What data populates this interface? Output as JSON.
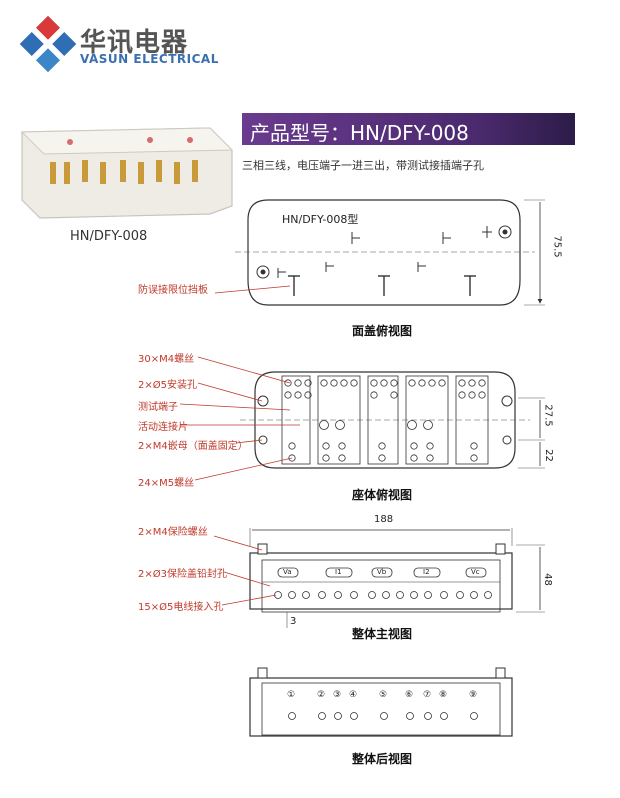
{
  "header": {
    "brand_cn": "华讯电器",
    "brand_en": "VASUN ELECTRICAL"
  },
  "product": {
    "model_label": "产品型号：HN/DFY-008",
    "description": "三相三线，电压端子一进三出，带测试接插端子孔",
    "photo_caption": "HN/DFY-008"
  },
  "top_view": {
    "inner_label": "HN/DFY-008型",
    "title": "面盖俯视图",
    "callout": "防误接限位挡板",
    "dim_height": "75.5"
  },
  "base_view": {
    "title": "座体俯视图",
    "callouts": [
      "30×M4螺丝",
      "2×Ø5安装孔",
      "测试端子",
      "活动连接片",
      "2×M4嵌母（面盖固定）",
      "24×M5螺丝"
    ],
    "dim_a": "27.5",
    "dim_b": "22"
  },
  "front_view": {
    "title": "整体主视图",
    "callouts": [
      "2×M4保险螺丝",
      "2×Ø3保险盖铅封孔",
      "15×Ø5电线接入孔"
    ],
    "dim_width": "188",
    "dim_height": "48",
    "dim_small": "3",
    "phase_labels": [
      "Va",
      "I1",
      "Vb",
      "I2",
      "Vc"
    ]
  },
  "rear_view": {
    "title": "整体后视图",
    "numbers": [
      "①",
      "②",
      "③",
      "④",
      "⑤",
      "⑥",
      "⑦",
      "⑧",
      "⑨"
    ]
  },
  "colors": {
    "accent_purple": "#4b2a6e",
    "callout_red": "#c0392b",
    "logo_blue": "#3a6fb0",
    "logo_red": "#d83a3a"
  }
}
